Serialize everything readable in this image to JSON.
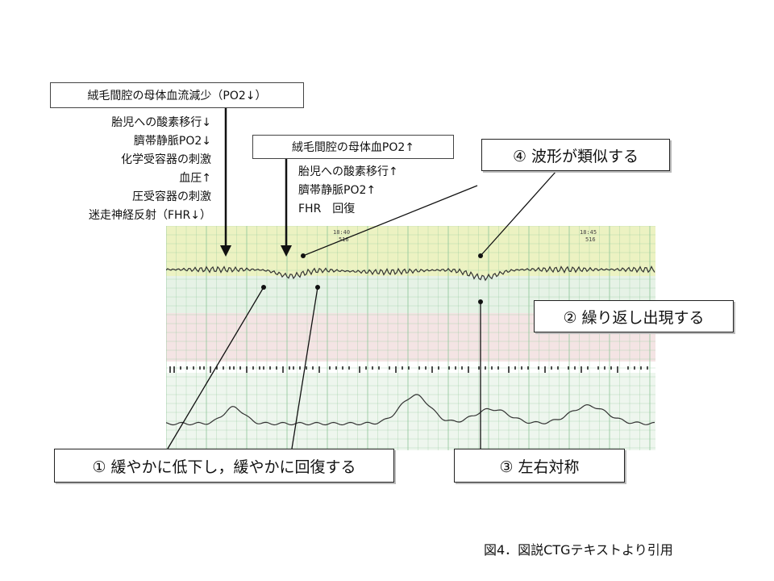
{
  "box_top_left": "絨毛間腔の母体血流減少（PO2↓）",
  "left_notes": [
    "胎児への酸素移行↓",
    "臍帯静脈PO2↓",
    "化学受容器の刺激",
    "血圧↑",
    "圧受容器の刺激",
    "迷走神経反射（FHR↓）"
  ],
  "box_top_mid": "絨毛間腔の母体血PO2↑",
  "right_notes": [
    "胎児への酸素移行↑",
    "臍帯静脈PO2↑",
    "FHR　回復"
  ],
  "label_4": "④ 波形が類似する",
  "label_2": "② 繰り返し出現する",
  "label_1": "① 緩やかに低下し，緩やかに回復する",
  "label_3": "③ 左右対称",
  "caption": "図4．図説CTGテキストより引用",
  "strip": {
    "time_1": "18:40",
    "time_2": "18:45",
    "speed_1": "516",
    "speed_2": "516",
    "colors": {
      "band_yellow": "#ecf2c2",
      "band_green": "#e6f2e6",
      "band_pink": "#f4e4e4",
      "grid": "#8fc79a"
    }
  }
}
